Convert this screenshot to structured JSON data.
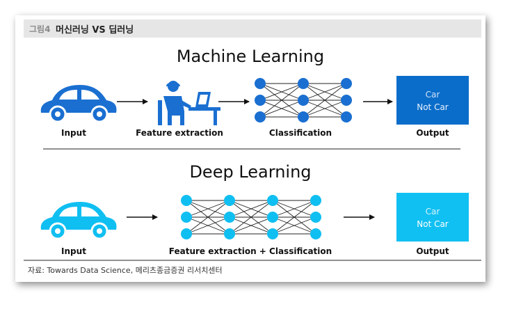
{
  "header": {
    "figure_number": "그림4",
    "figure_title": "머신러닝 VS 딥러닝"
  },
  "machine_learning": {
    "title": "Machine Learning",
    "steps": [
      "Input",
      "Feature extraction",
      "Classification",
      "Output"
    ],
    "output_box_lines": [
      "Car",
      "Not Car"
    ]
  },
  "deep_learning": {
    "title": "Deep Learning",
    "steps": [
      "Input",
      "Feature extraction + Classification",
      "Output"
    ],
    "output_box_lines": [
      "Car",
      "Not Car"
    ]
  },
  "source": "자료: Towards Data Science, 메리츠종금증권 리서치센터",
  "colors": {
    "ml_blue": "#1a6fd1",
    "dl_cyan": "#10bff1",
    "ml_output_box": "#0b6dca",
    "dl_output_box": "#11c0f2",
    "header_bg": "#e6e6e6"
  },
  "icons": {
    "ml_input": "car-icon",
    "ml_feature": "person-at-desk-icon",
    "ml_classifier": "neural-network-icon",
    "dl_input": "car-icon",
    "dl_network": "neural-network-icon",
    "arrow": "arrow-right-icon"
  }
}
